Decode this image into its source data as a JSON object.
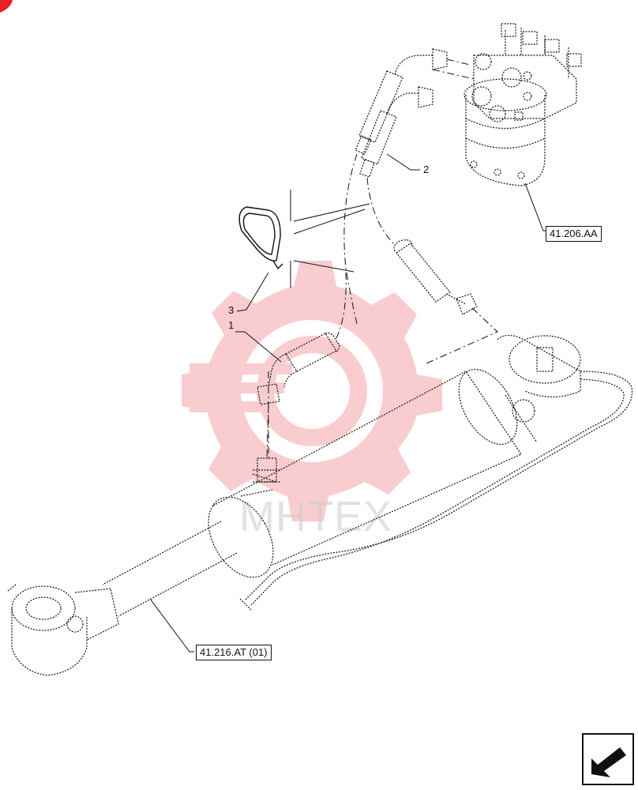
{
  "watermark": {
    "text": "MHTEX",
    "color": "#e8202a"
  },
  "callouts": [
    {
      "id": "1",
      "label": "1"
    },
    {
      "id": "2",
      "label": "2"
    },
    {
      "id": "3",
      "label": "3"
    }
  ],
  "references": {
    "steering_unit": "41.206.AA",
    "steering_cylinder": "41.216.AT (01)"
  },
  "navigation": {
    "icon": "arrow-down-left-icon"
  },
  "colors": {
    "line": "#111111",
    "accent": "#e8202a"
  }
}
